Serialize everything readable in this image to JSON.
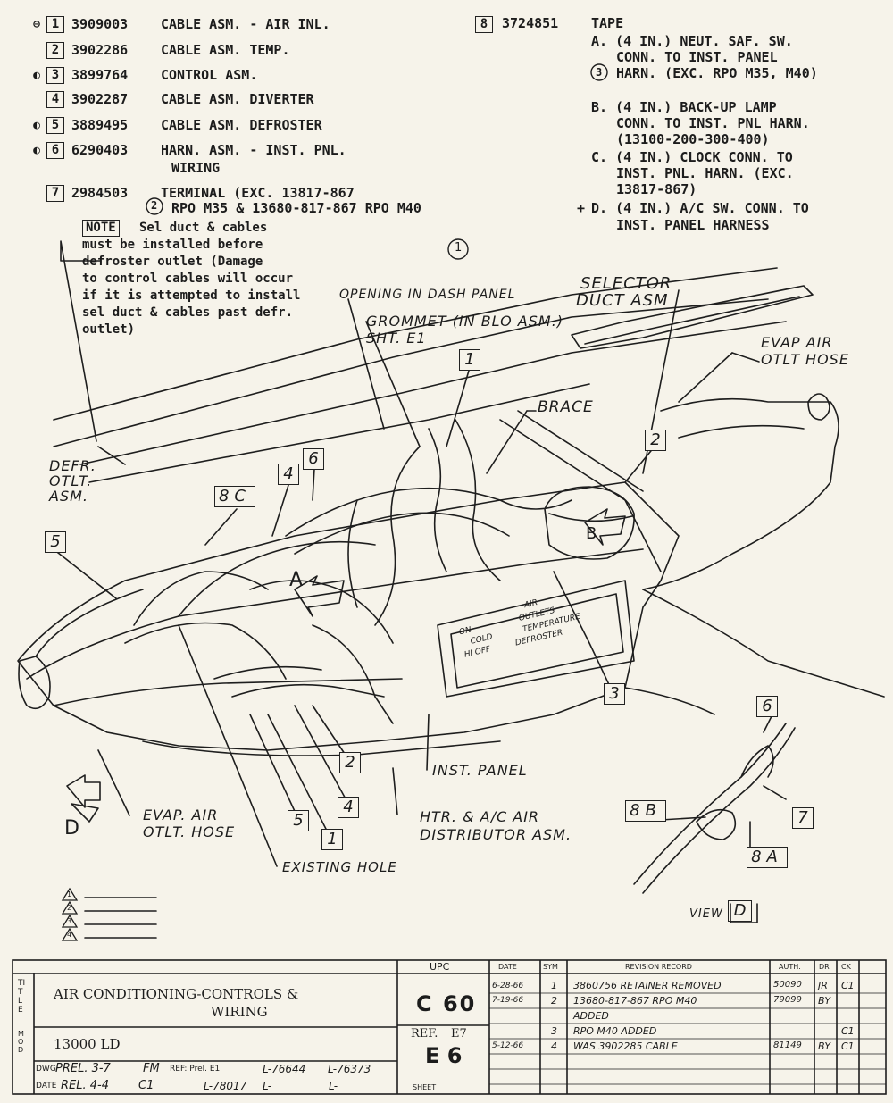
{
  "parts_list": [
    {
      "mark": "⊖",
      "num": "1",
      "part_no": "3909003",
      "desc": "CABLE ASM. - AIR INL."
    },
    {
      "mark": "",
      "num": "2",
      "part_no": "3902286",
      "desc": "CABLE ASM. TEMP."
    },
    {
      "mark": "◐",
      "num": "3",
      "part_no": "3899764",
      "desc": "CONTROL ASM."
    },
    {
      "mark": "",
      "num": "4",
      "part_no": "3902287",
      "desc": "CABLE ASM. DIVERTER"
    },
    {
      "mark": "◐",
      "num": "5",
      "part_no": "3889495",
      "desc": "CABLE ASM. DEFROSTER"
    },
    {
      "mark": "◐",
      "num": "6",
      "part_no": "6290403",
      "desc": "HARN. ASM. - INST. PNL.",
      "desc2": "WIRING"
    },
    {
      "mark": "",
      "num": "7",
      "part_no": "2984503",
      "desc": "TERMINAL (EXC. 13817-867",
      "desc2": "RPO M35 & 13680-817-867 RPO M40"
    }
  ],
  "revision_marker_2": "2",
  "tape_item": {
    "num": "8",
    "part_no": "3724851",
    "title": "TAPE",
    "lines": [
      "A. (4 IN.) NEUT. SAF. SW.",
      "CONN. TO INST. PANEL",
      "HARN. (EXC. RPO M35, M40)",
      "B. (4 IN.) BACK-UP LAMP",
      "CONN. TO INST. PNL HARN.",
      "(13100-200-300-400)",
      "C. (4 IN.) CLOCK CONN. TO",
      "INST. PNL. HARN. (EXC.",
      "13817-867)",
      "D. (4 IN.) A/C SW. CONN. TO",
      "INST. PANEL HARNESS"
    ],
    "marker_3": "3",
    "marker_plus": "+"
  },
  "note": {
    "label": "NOTE",
    "lines": [
      "Sel duct & cables",
      "must be installed before",
      "defroster outlet (Damage",
      "to control cables will occur",
      "if it is attempted to install",
      "sel duct & cables past defr.",
      "outlet)"
    ]
  },
  "view_marker": "1",
  "diagram_labels": {
    "opening": "OPENING IN DASH PANEL",
    "grommet": "GROMMET (IN BLO ASM.)",
    "grommet2": "SHT. E1",
    "selector": "SELECTOR",
    "selector2": "DUCT ASM",
    "evap_top": "EVAP AIR",
    "evap_top2": "OTLT HOSE",
    "brace": "BRACE",
    "defr": "DEFR.",
    "defr2": "OTLT.",
    "defr3": "ASM.",
    "inst_panel": "INST. PANEL",
    "evap_bottom": "EVAP. AIR",
    "evap_bottom2": "OTLT. HOSE",
    "htr": "HTR. & A/C AIR",
    "htr2": "DISTRIBUTOR ASM.",
    "existing_hole": "EXISTING HOLE",
    "view_a": "A",
    "view_b": "B",
    "view_d": "D",
    "view_d_label": "VIEW",
    "panel_air": "AIR",
    "panel_outlets": "OUTLETS",
    "panel_temp": "TEMPERATURE",
    "panel_defroster": "DEFROSTER",
    "panel_on": "ON",
    "panel_hi": "HI",
    "panel_off": "OFF",
    "panel_cold": "COLD"
  },
  "callouts": {
    "c1a": "1",
    "c2a": "2",
    "c3": "3",
    "c4a": "4",
    "c5a": "5",
    "c6a": "6",
    "c8c": "8C",
    "c5b": "5",
    "c4b": "4",
    "c1b": "1",
    "c2b": "2",
    "c6c": "6",
    "c7": "7",
    "c8b": "8B",
    "c8a": "8A"
  },
  "revision_triangles": [
    "1",
    "2",
    "3",
    "4"
  ],
  "title_block": {
    "upc_header": "UPC",
    "date_header": "DATE",
    "sym_header": "SYM",
    "record_header": "REVISION RECORD",
    "auth_header": "AUTH.",
    "dr_header": "DR",
    "ck_header": "CK",
    "title_vertical": "TITLE",
    "title_line1": "AIR CONDITIONING-CONTROLS &",
    "title_line2": "WIRING",
    "model_vertical": "MOD",
    "model": "13000 LD",
    "upc": "C 60",
    "ref_label": "REF.",
    "ref_val": "E7",
    "sheet": "E 6",
    "sheet_label": "SHEET",
    "dwg_label": "DWG",
    "dwg_val": "PREL. 3-7",
    "dwg_by": "FM",
    "date_label": "DATE",
    "date_val": "REL. 4-4",
    "date_by": "C1",
    "ref_prel": "REF: Prel. E1",
    "l1": "L-76644",
    "l2": "L-76373",
    "l3": "L-78017",
    "l4": "L-",
    "l5": "L-",
    "revisions": [
      {
        "date": "6-28-66",
        "sym": "1",
        "record": "3860756 RETAINER REMOVED",
        "auth": "50090",
        "dr": "JR",
        "ck": "C1"
      },
      {
        "date": "7-19-66",
        "sym": "2",
        "record": "13680-817-867 RPO M40",
        "auth": "79099",
        "dr": "BY",
        "ck": ""
      },
      {
        "date": "",
        "sym": "",
        "record": "ADDED",
        "auth": "",
        "dr": "",
        "ck": ""
      },
      {
        "date": "",
        "sym": "3",
        "record": "RPO M40 ADDED",
        "auth": "",
        "dr": "",
        "ck": "C1"
      },
      {
        "date": "5-12-66",
        "sym": "4",
        "record": "WAS 3902285 CABLE",
        "auth": "81149",
        "dr": "BY",
        "ck": "C1"
      }
    ]
  }
}
